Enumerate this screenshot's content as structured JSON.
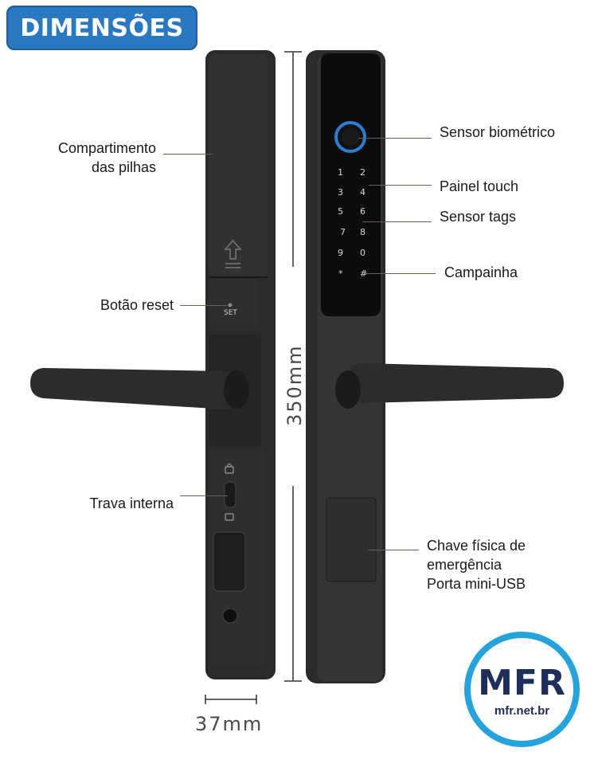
{
  "header": {
    "title": "DIMENSÕES"
  },
  "dimensions": {
    "height": "350mm",
    "width": "37mm"
  },
  "left_labels": {
    "battery": [
      "Compartimento",
      "das pilhas"
    ],
    "reset": "Botão reset",
    "lock": "Trava interna"
  },
  "right_labels": {
    "biometric": "Sensor biométrico",
    "touch": "Painel touch",
    "tags": "Sensor tags",
    "bell": "Campainha",
    "key": [
      "Chave física de",
      "emergência",
      "Porta mini-USB"
    ]
  },
  "device": {
    "reset_caption": "SET",
    "keypad": [
      "1",
      "2",
      "3",
      "4",
      "5",
      "6",
      "7",
      "8",
      "9",
      "0",
      "*",
      "#"
    ]
  },
  "logo": {
    "mark": "MFR",
    "url": "mfr.net.br"
  },
  "colors": {
    "badge": "#2a78c2",
    "logo_ring": "#27a3dc",
    "logo_text": "#1e2e5a",
    "device": "#2b2b2d"
  }
}
